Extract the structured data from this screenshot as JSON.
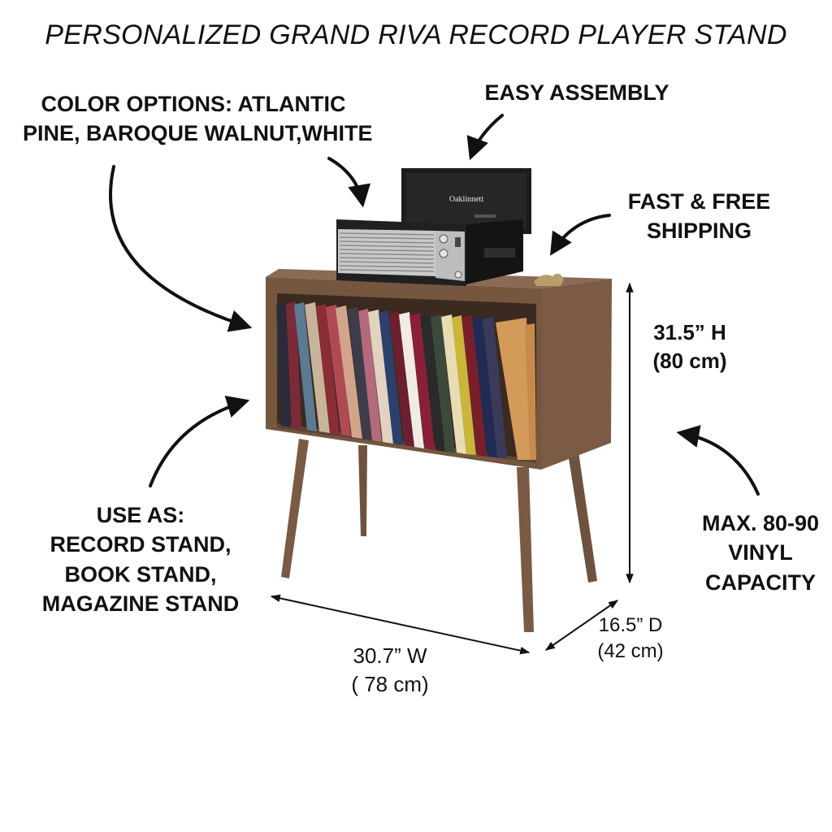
{
  "title": "PERSONALIZED GRAND RIVA RECORD PLAYER STAND",
  "callouts": {
    "color_options": [
      "COLOR OPTIONS: ATLANTIC",
      "PINE, BAROQUE WALNUT,WHITE"
    ],
    "easy_assembly": "EASY ASSEMBLY",
    "shipping": [
      "FAST & FREE",
      "SHIPPING"
    ],
    "use_as": [
      "USE AS:",
      "RECORD STAND,",
      "BOOK STAND,",
      "MAGAZINE STAND"
    ],
    "capacity": [
      "MAX. 80-90",
      "VINYL",
      "CAPACITY"
    ]
  },
  "dimensions": {
    "height": [
      "31.5” H",
      "(80 cm)"
    ],
    "width": [
      "30.7” W",
      "( 78 cm)"
    ],
    "depth": [
      "16.5” D",
      "(42 cm)"
    ]
  },
  "turntable_brand": "Oaklinnett",
  "colors": {
    "wood": "#7a5a45",
    "wood_dark": "#5e4433",
    "turntable_black": "#1d1d1d",
    "speaker_grille": "#c9c9c9"
  }
}
